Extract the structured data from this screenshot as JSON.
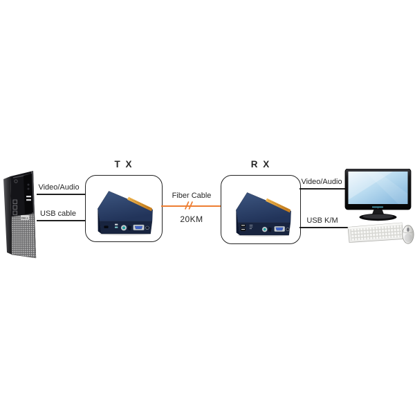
{
  "diagram": {
    "tx_label": "T X",
    "rx_label": "R X",
    "labels": {
      "left_video": "Video/Audio",
      "left_usb": "USB cable",
      "fiber": "Fiber Cable",
      "distance": "20KM",
      "right_video": "Video/Audio",
      "right_usb": "USB K/M"
    },
    "icons": {
      "pc": "desktop-pc-tower-icon",
      "tx_device": "fiber-extender-transmitter-icon",
      "rx_device": "fiber-extender-receiver-icon",
      "monitor": "lcd-monitor-icon",
      "keyboard": "keyboard-icon",
      "mouse": "mouse-icon",
      "fiber_break": "cable-break-icon"
    },
    "colors": {
      "fiber_cable": "#ED7D31",
      "connector_line": "#1f1f1f",
      "device_body": "#22345a",
      "device_stripe": "#DFA239",
      "vga_port": "#3F62C8",
      "fiber_port": "#14A5A2",
      "monitor_screen": "#B9DBF0",
      "text": "#262626"
    }
  }
}
